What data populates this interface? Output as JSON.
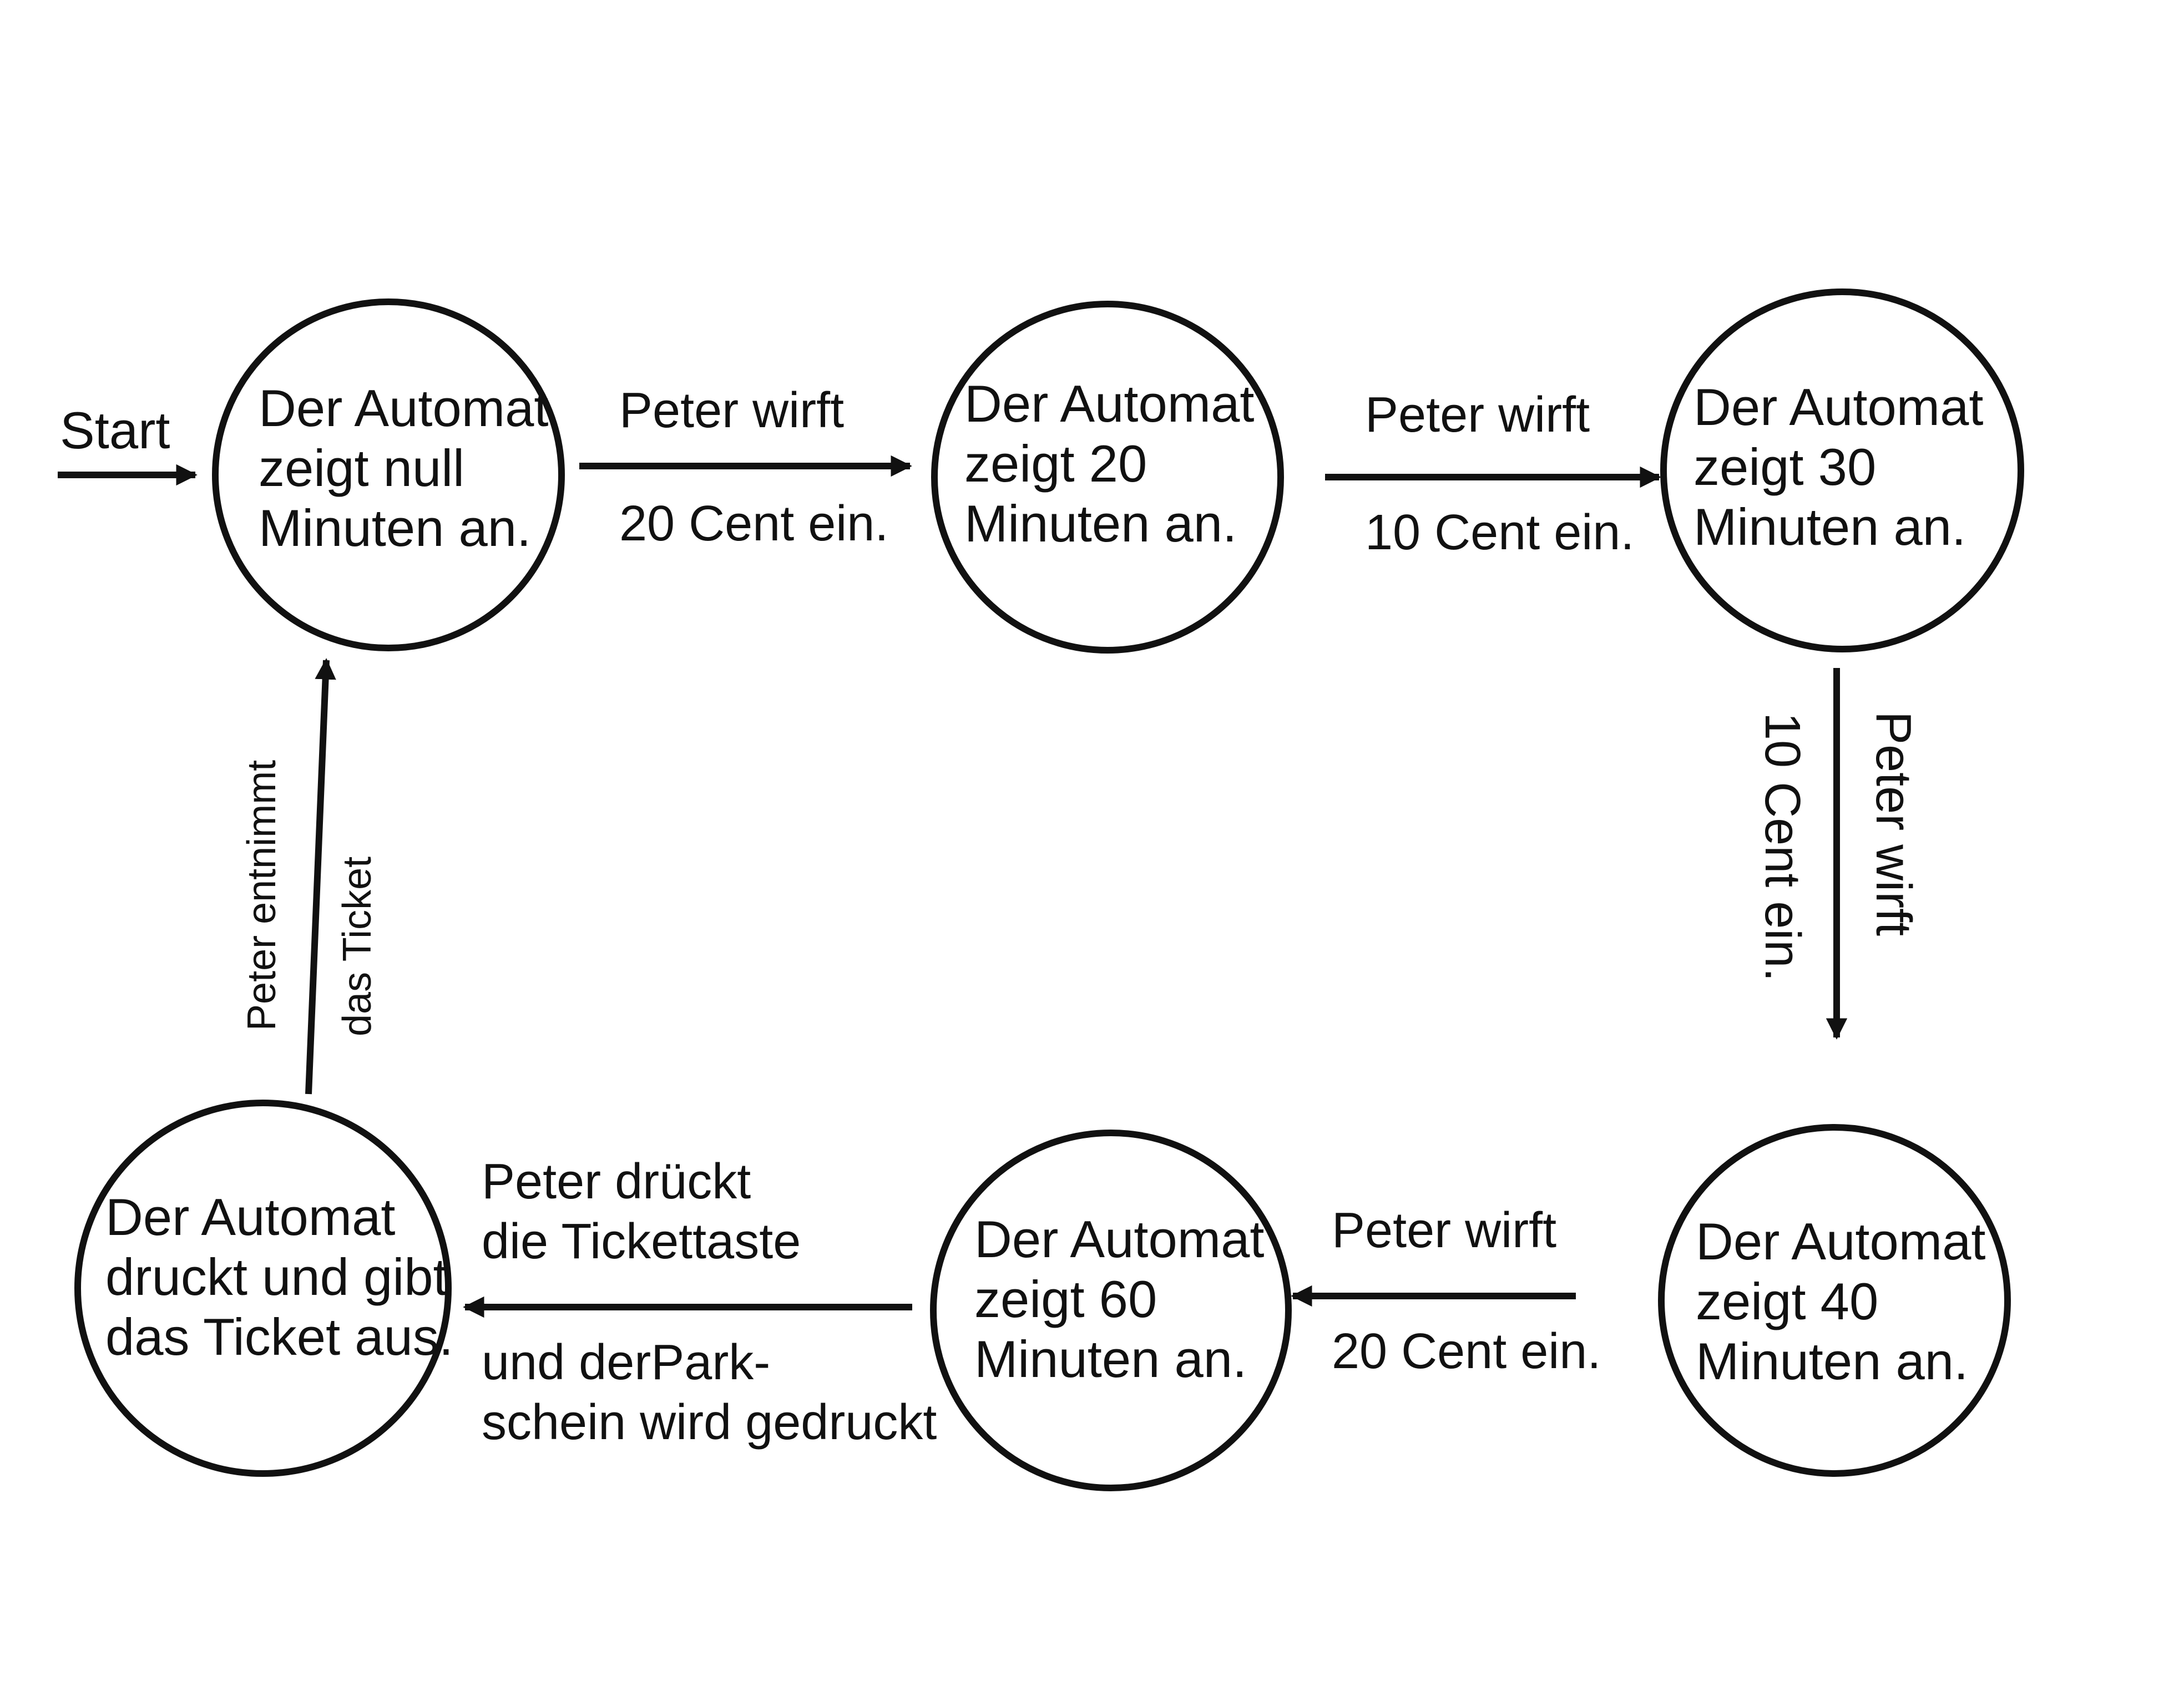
{
  "diagram": {
    "start_label": "Start",
    "colors": {
      "ink": "#111111",
      "background": "#ffffff"
    },
    "nodes": {
      "s0": {
        "lines": [
          "Der Automat",
          "zeigt null",
          "Minuten an."
        ]
      },
      "s20": {
        "lines": [
          "Der Automat",
          "zeigt 20",
          "Minuten an."
        ]
      },
      "s30": {
        "lines": [
          "Der Automat",
          "zeigt 30",
          "Minuten an."
        ]
      },
      "s40": {
        "lines": [
          "Der Automat",
          "zeigt 40",
          "Minuten an."
        ]
      },
      "s60": {
        "lines": [
          "Der Automat",
          "zeigt 60",
          "Minuten an."
        ]
      },
      "sticket": {
        "lines": [
          "Der Automat",
          "druckt und gibt",
          "das Ticket aus."
        ]
      }
    },
    "edges": {
      "e0_20": {
        "above": "Peter wirft",
        "below": "20 Cent ein."
      },
      "e20_30": {
        "above": "Peter wirft",
        "below": "10 Cent ein."
      },
      "e30_40": {
        "right": "Peter wirft",
        "left": "10 Cent ein."
      },
      "e40_60": {
        "above": "Peter wirft",
        "below": "20 Cent ein."
      },
      "e60_ticket": {
        "above": [
          "Peter drückt",
          "die Tickettaste"
        ],
        "below": [
          "und derPark-",
          "schein wird gedruckt"
        ]
      },
      "eticket_0": {
        "left": "Peter entnimmt",
        "right": "das Ticket"
      }
    }
  }
}
